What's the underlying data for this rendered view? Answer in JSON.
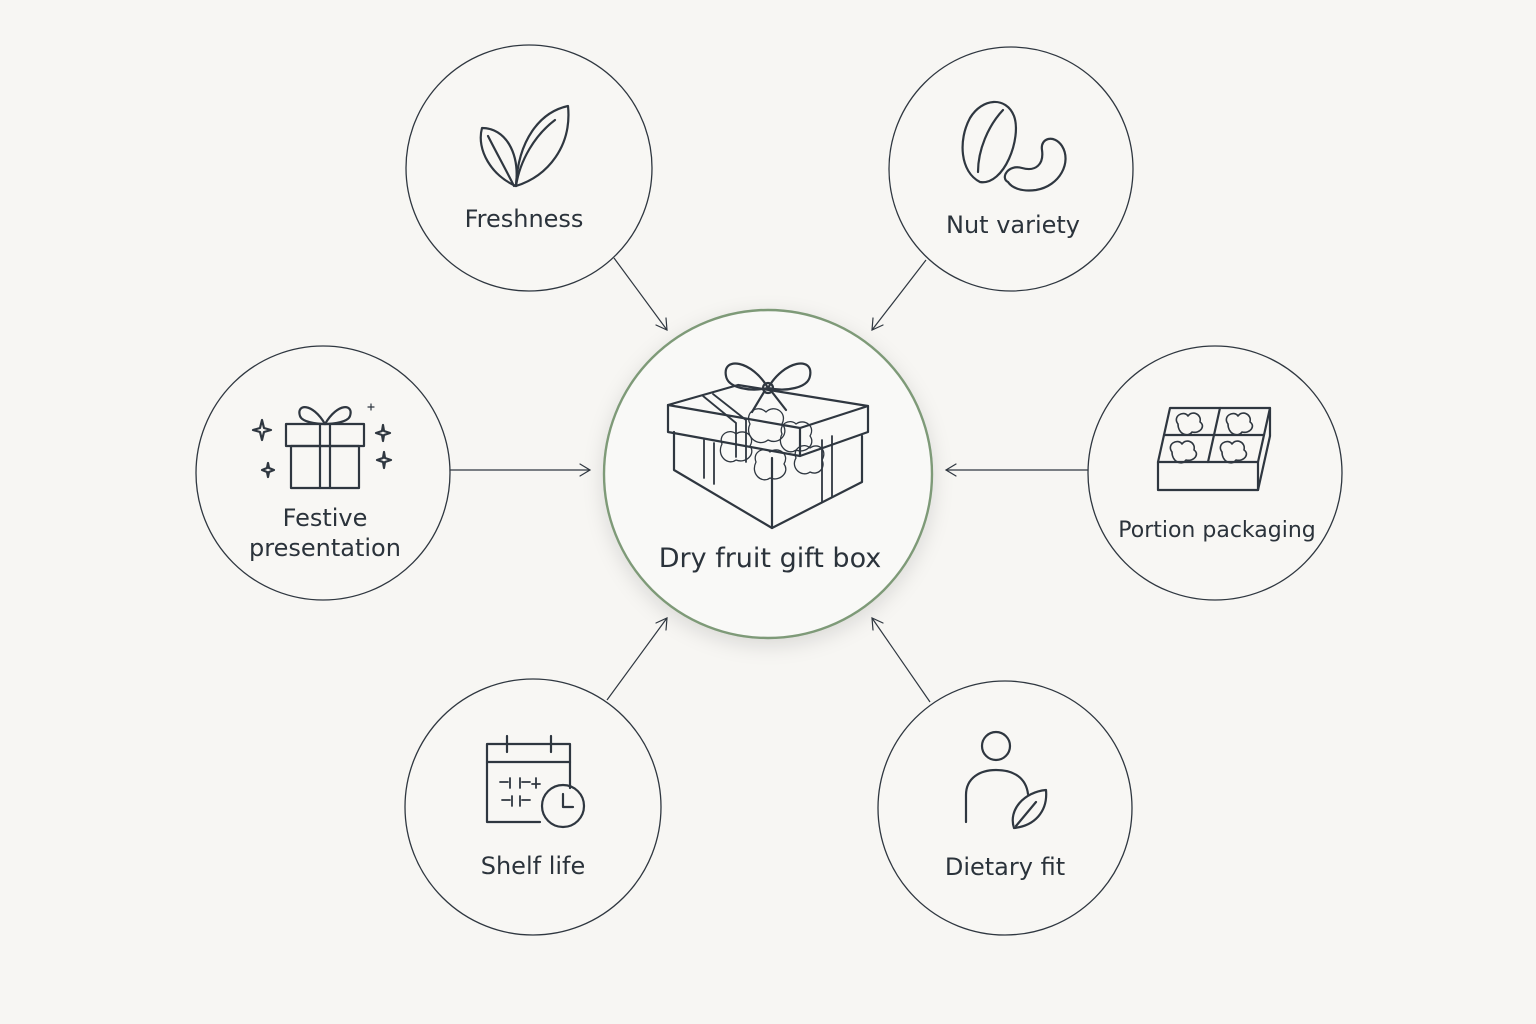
{
  "center": {
    "label": "Dry fruit gift box",
    "icon": "gift-box-icon",
    "accent_color": "#7e9a78"
  },
  "nodes": [
    {
      "id": "freshness",
      "label": "Freshness",
      "icon": "leaf-icon"
    },
    {
      "id": "nut-variety",
      "label": "Nut variety",
      "icon": "nuts-icon"
    },
    {
      "id": "festive",
      "label_lines": [
        "Festive",
        "presentation"
      ],
      "icon": "gift-sparkle-icon"
    },
    {
      "id": "portion",
      "label": "Portion packaging",
      "icon": "compartment-tray-icon"
    },
    {
      "id": "shelf-life",
      "label": "Shelf life",
      "icon": "calendar-clock-icon"
    },
    {
      "id": "dietary",
      "label": "Dietary fit",
      "icon": "person-leaf-icon"
    }
  ],
  "colors": {
    "background": "#f7f6f3",
    "stroke": "#2f3740"
  }
}
